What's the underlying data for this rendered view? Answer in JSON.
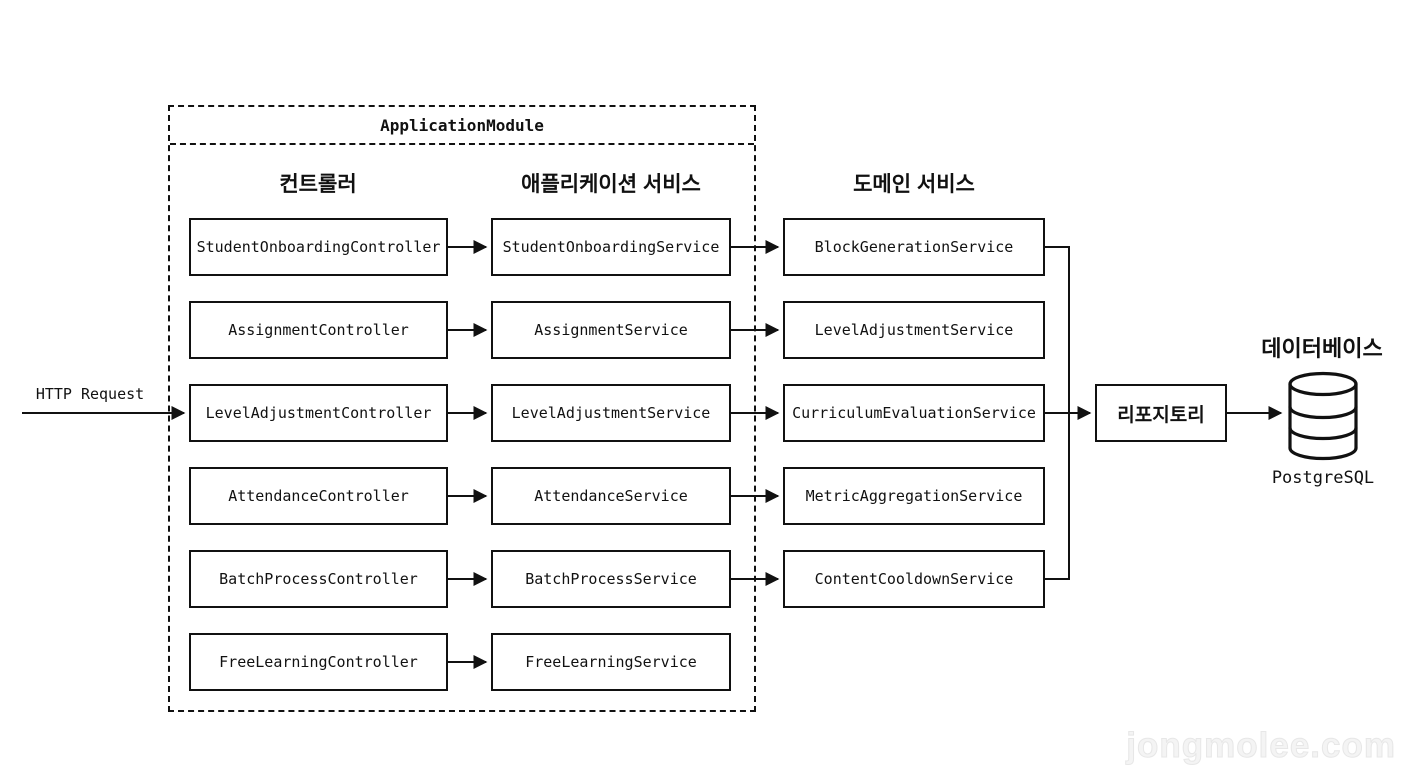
{
  "diagram": {
    "module": {
      "title": "ApplicationModule"
    },
    "http_request": {
      "label": "HTTP Request"
    },
    "columns": {
      "controllers": {
        "header": "컨트롤러",
        "items": [
          "StudentOnboardingController",
          "AssignmentController",
          "LevelAdjustmentController",
          "AttendanceController",
          "BatchProcessController",
          "FreeLearningController"
        ]
      },
      "app_services": {
        "header": "애플리케이션 서비스",
        "items": [
          "StudentOnboardingService",
          "AssignmentService",
          "LevelAdjustmentService",
          "AttendanceService",
          "BatchProcessService",
          "FreeLearningService"
        ]
      },
      "domain_services": {
        "header": "도메인 서비스",
        "items": [
          "BlockGenerationService",
          "LevelAdjustmentService",
          "CurriculumEvaluationService",
          "MetricAggregationService",
          "ContentCooldownService"
        ]
      }
    },
    "repository": {
      "label": "리포지토리"
    },
    "database": {
      "header": "데이터베이스",
      "engine": "PostgreSQL",
      "icon": "database-cylinder-icon"
    },
    "watermark": "jongmolee.com",
    "colors": {
      "stroke": "#111111",
      "background": "#ffffff",
      "watermark": "#ededed"
    }
  }
}
